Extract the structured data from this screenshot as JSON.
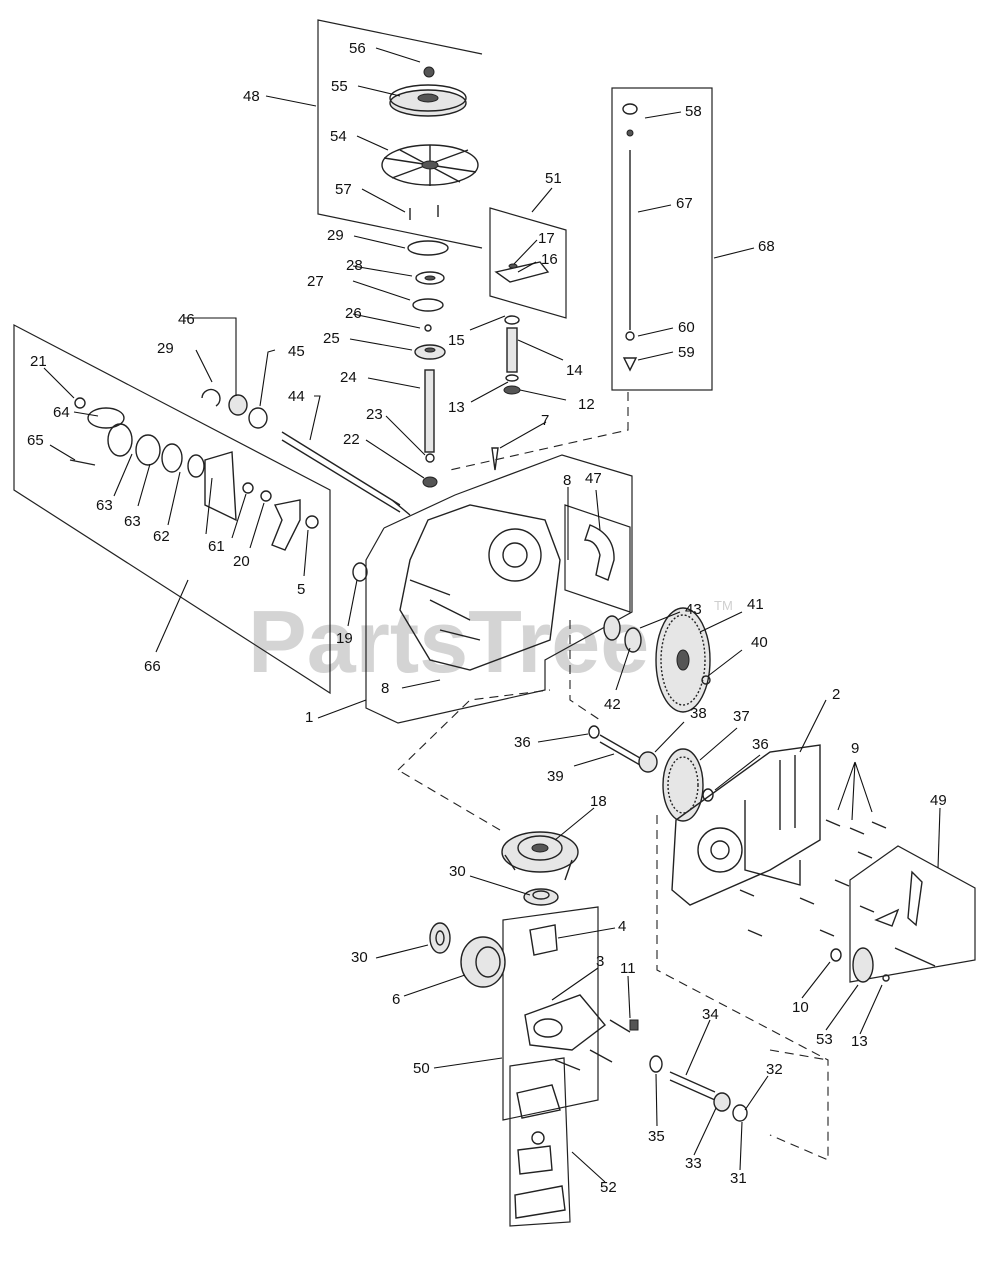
{
  "watermark": {
    "text": "PartsTree",
    "tm": "TM"
  },
  "labels": [
    {
      "id": "56",
      "text": "56"
    },
    {
      "id": "55",
      "text": "55"
    },
    {
      "id": "48",
      "text": "48"
    },
    {
      "id": "54",
      "text": "54"
    },
    {
      "id": "57",
      "text": "57"
    },
    {
      "id": "29a",
      "text": "29"
    },
    {
      "id": "28",
      "text": "28"
    },
    {
      "id": "27",
      "text": "27"
    },
    {
      "id": "26",
      "text": "26"
    },
    {
      "id": "25",
      "text": "25"
    },
    {
      "id": "24",
      "text": "24"
    },
    {
      "id": "23",
      "text": "23"
    },
    {
      "id": "22",
      "text": "22"
    },
    {
      "id": "51",
      "text": "51"
    },
    {
      "id": "17",
      "text": "17"
    },
    {
      "id": "16",
      "text": "16"
    },
    {
      "id": "15",
      "text": "15"
    },
    {
      "id": "14",
      "text": "14"
    },
    {
      "id": "13a",
      "text": "13"
    },
    {
      "id": "12",
      "text": "12"
    },
    {
      "id": "58",
      "text": "58"
    },
    {
      "id": "67",
      "text": "67"
    },
    {
      "id": "68",
      "text": "68"
    },
    {
      "id": "60",
      "text": "60"
    },
    {
      "id": "59",
      "text": "59"
    },
    {
      "id": "46",
      "text": "46"
    },
    {
      "id": "45",
      "text": "45"
    },
    {
      "id": "29b",
      "text": "29"
    },
    {
      "id": "44",
      "text": "44"
    },
    {
      "id": "21",
      "text": "21"
    },
    {
      "id": "64",
      "text": "64"
    },
    {
      "id": "65",
      "text": "65"
    },
    {
      "id": "63a",
      "text": "63"
    },
    {
      "id": "63b",
      "text": "63"
    },
    {
      "id": "62",
      "text": "62"
    },
    {
      "id": "61",
      "text": "61"
    },
    {
      "id": "20",
      "text": "20"
    },
    {
      "id": "5",
      "text": "5"
    },
    {
      "id": "7",
      "text": "7"
    },
    {
      "id": "8a",
      "text": "8"
    },
    {
      "id": "47",
      "text": "47"
    },
    {
      "id": "19",
      "text": "19"
    },
    {
      "id": "66",
      "text": "66"
    },
    {
      "id": "8b",
      "text": "8"
    },
    {
      "id": "1",
      "text": "1"
    },
    {
      "id": "43",
      "text": "43"
    },
    {
      "id": "41",
      "text": "41"
    },
    {
      "id": "40",
      "text": "40"
    },
    {
      "id": "42",
      "text": "42"
    },
    {
      "id": "2",
      "text": "2"
    },
    {
      "id": "38",
      "text": "38"
    },
    {
      "id": "37",
      "text": "37"
    },
    {
      "id": "36a",
      "text": "36"
    },
    {
      "id": "36b",
      "text": "36"
    },
    {
      "id": "39",
      "text": "39"
    },
    {
      "id": "9",
      "text": "9"
    },
    {
      "id": "49",
      "text": "49"
    },
    {
      "id": "18",
      "text": "18"
    },
    {
      "id": "30a",
      "text": "30"
    },
    {
      "id": "30b",
      "text": "30"
    },
    {
      "id": "4",
      "text": "4"
    },
    {
      "id": "3",
      "text": "3"
    },
    {
      "id": "11",
      "text": "11"
    },
    {
      "id": "6",
      "text": "6"
    },
    {
      "id": "10",
      "text": "10"
    },
    {
      "id": "53",
      "text": "53"
    },
    {
      "id": "13b",
      "text": "13"
    },
    {
      "id": "50",
      "text": "50"
    },
    {
      "id": "34",
      "text": "34"
    },
    {
      "id": "32",
      "text": "32"
    },
    {
      "id": "35",
      "text": "35"
    },
    {
      "id": "33",
      "text": "33"
    },
    {
      "id": "31",
      "text": "31"
    },
    {
      "id": "52",
      "text": "52"
    }
  ]
}
